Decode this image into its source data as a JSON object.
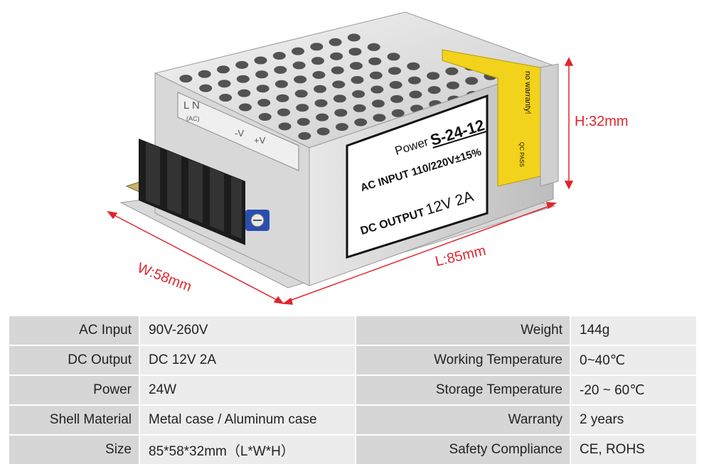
{
  "dimensions": {
    "height": "H:32mm",
    "width": "W:58mm",
    "length": "L:85mm",
    "color": "#e0262d"
  },
  "case_label": {
    "power": "Power",
    "model": "S-24-12",
    "ac_input": "AC INPUT 110/220V±15%",
    "dc_output_prefix": "DC OUTPUT",
    "dc_output_value": "12V  2A",
    "terminal_ln": "L N",
    "terminal_ac": "(AC)",
    "terminal_v_minus": "-V",
    "terminal_v_plus": "+V",
    "warranty_sticker": "no warranty!",
    "qc_sticker": "QC PASS"
  },
  "specs": {
    "left": [
      {
        "label": "AC Input",
        "value": "90V-260V"
      },
      {
        "label": "DC Output",
        "value": "DC 12V 2A"
      },
      {
        "label": "Power",
        "value": "24W"
      },
      {
        "label": "Shell Material",
        "value": "Metal case / Aluminum case"
      },
      {
        "label": "Size",
        "value": "85*58*32mm（L*W*H）"
      }
    ],
    "right": [
      {
        "label": "Weight",
        "value": "144g"
      },
      {
        "label": "Working Temperature",
        "value": "0~40℃"
      },
      {
        "label": "Storage Temperature",
        "value": "-20 ~ 60℃"
      },
      {
        "label": "Warranty",
        "value": "2 years"
      },
      {
        "label": "Safety Compliance",
        "value": "CE, ROHS"
      }
    ]
  }
}
